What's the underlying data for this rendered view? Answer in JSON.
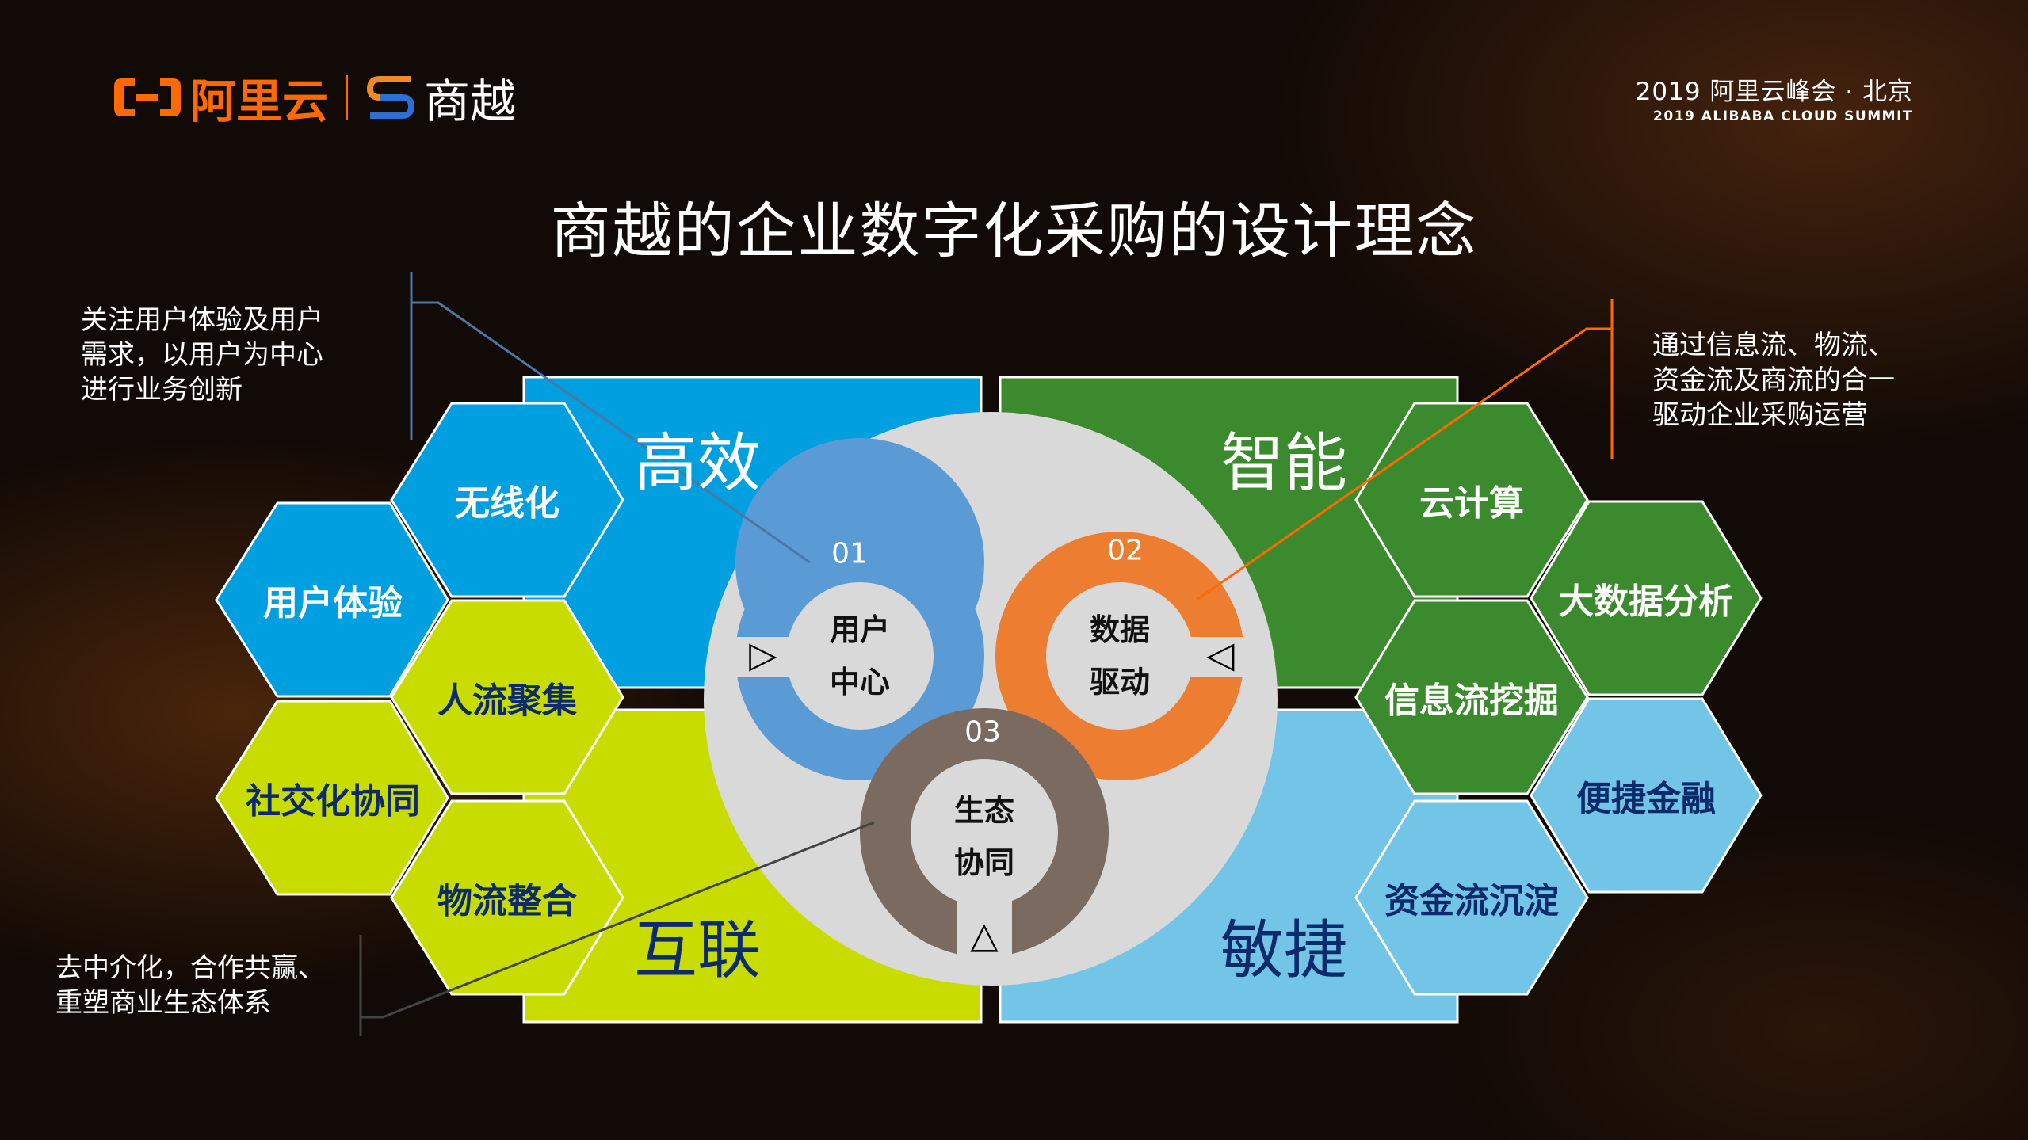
{
  "header": {
    "logo_aliyun": "阿里云",
    "logo_shangyue": "商越",
    "summit_cn": "2019 阿里云峰会 · 北京",
    "summit_en": "2019 ALIBABA CLOUD SUMMIT"
  },
  "title": "商越的企业数字化采购的设计理念",
  "callouts": {
    "top_left": [
      "关注用户体验及用户",
      "需求，以用户为中心",
      "进行业务创新"
    ],
    "top_right": [
      "通过信息流、物流、",
      "资金流及商流的合一",
      "驱动企业采购运营"
    ],
    "bottom_left": [
      "去中介化，合作共赢、",
      "重塑商业生态体系"
    ]
  },
  "quadrants": {
    "top_left": {
      "label": "高效",
      "color": "#009fdf"
    },
    "top_right": {
      "label": "智能",
      "color": "#3c8a2e"
    },
    "bottom_left": {
      "label": "互联",
      "color": "#c9dc00"
    },
    "bottom_right": {
      "label": "敏捷",
      "color": "#72c5e6"
    }
  },
  "hexagons": {
    "left": [
      {
        "label": "无线化",
        "color": "#009fdf"
      },
      {
        "label": "用户体验",
        "color": "#009fdf"
      },
      {
        "label": "人流聚集",
        "color": "#c9dc00"
      },
      {
        "label": "社交化协同",
        "color": "#c9dc00"
      },
      {
        "label": "物流整合",
        "color": "#c9dc00"
      }
    ],
    "right": [
      {
        "label": "云计算",
        "color": "#3c8a2e"
      },
      {
        "label": "大数据分析",
        "color": "#3c8a2e"
      },
      {
        "label": "信息流挖掘",
        "color": "#3c8a2e"
      },
      {
        "label": "便捷金融",
        "color": "#72c5e6"
      },
      {
        "label": "资金流沉淀",
        "color": "#72c5e6"
      }
    ]
  },
  "rings": [
    {
      "num": "01",
      "line1": "用户",
      "line2": "中心",
      "color": "#5b9bd5",
      "arrow": "▷"
    },
    {
      "num": "02",
      "line1": "数据",
      "line2": "驱动",
      "color": "#ed7d31",
      "arrow": "◁"
    },
    {
      "num": "03",
      "line1": "生态",
      "line2": "协同",
      "color": "#7a6a60",
      "arrow": "△"
    }
  ]
}
